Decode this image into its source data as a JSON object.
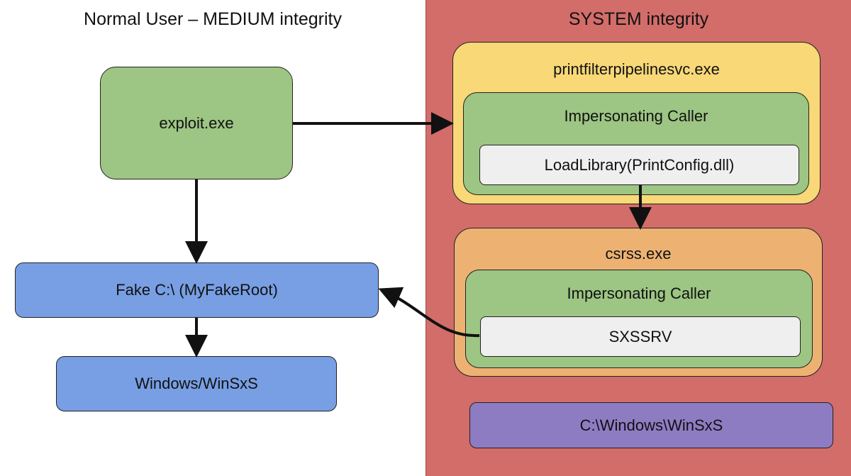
{
  "zones": {
    "left_title": "Normal User – MEDIUM integrity",
    "right_title": "SYSTEM integrity"
  },
  "nodes": {
    "exploit": "exploit.exe",
    "fake_root": "Fake C:\\ (MyFakeRoot)",
    "winsxs_fake": "Windows/WinSxS",
    "printfilter": "printfilterpipelinesvc.exe",
    "impersonating_1": "Impersonating Caller",
    "loadlibrary": "LoadLibrary(PrintConfig.dll)",
    "csrss": "csrss.exe",
    "impersonating_2": "Impersonating Caller",
    "sxssrv": "SXSSRV",
    "winsxs_real": "C:\\Windows\\WinSxS"
  },
  "colors": {
    "left_background": "#ffffff",
    "right_background": "#d26d6a",
    "green": "#9dc583",
    "blue": "#789fe4",
    "yellow": "#f8d877",
    "orange": "#edb272",
    "grey": "#efefef",
    "purple": "#8e7cc3"
  }
}
